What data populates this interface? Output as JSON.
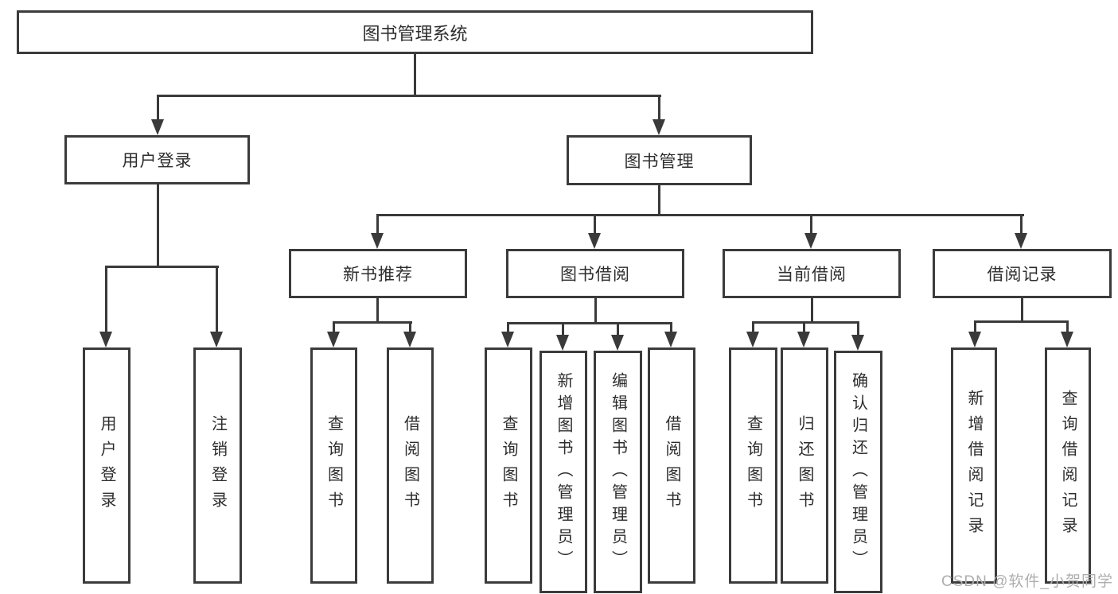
{
  "title": "图书管理系统",
  "level2": [
    {
      "label": "用户登录"
    },
    {
      "label": "图书管理"
    }
  ],
  "level3": [
    {
      "label": "新书推荐"
    },
    {
      "label": "图书借阅"
    },
    {
      "label": "当前借阅"
    },
    {
      "label": "借阅记录"
    }
  ],
  "leaves": [
    {
      "label": "用户登录"
    },
    {
      "label": "注销登录"
    },
    {
      "label": "查询图书"
    },
    {
      "label": "借阅图书"
    },
    {
      "label": "查询图书"
    },
    {
      "label": "新增图书（管理员）"
    },
    {
      "label": "编辑图书（管理员）"
    },
    {
      "label": "借阅图书"
    },
    {
      "label": "查询图书"
    },
    {
      "label": "归还图书"
    },
    {
      "label": "确认归还（管理员）"
    },
    {
      "label": "新增借阅记录"
    },
    {
      "label": "查询借阅记录"
    }
  ],
  "watermark": "CSDN @软件_小贺同学",
  "colors": {
    "line": "#3a3a3a",
    "border": "#3b3b3b",
    "text": "#2d2d2d",
    "watermark": "#aeaeae",
    "background": "#ffffff"
  }
}
